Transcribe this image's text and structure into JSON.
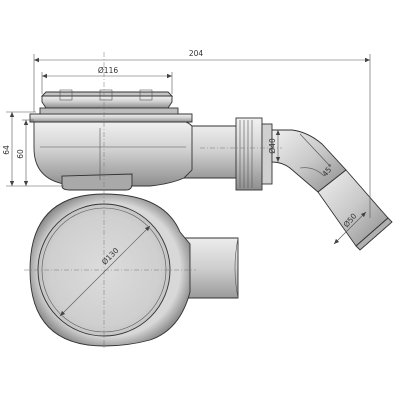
{
  "dimensions": {
    "overall_width": "204",
    "grate_diameter": "Ø116",
    "total_height": "64",
    "body_height": "60",
    "pipe_diameter": "Ø40",
    "elbow_angle": "45°",
    "outlet_diameter": "Ø50",
    "body_diameter": "Ø130"
  },
  "colors": {
    "body_light": "#e2e2e2",
    "body_mid": "#b4b4b4",
    "body_dark": "#6a6a6a",
    "line": "#333333"
  }
}
